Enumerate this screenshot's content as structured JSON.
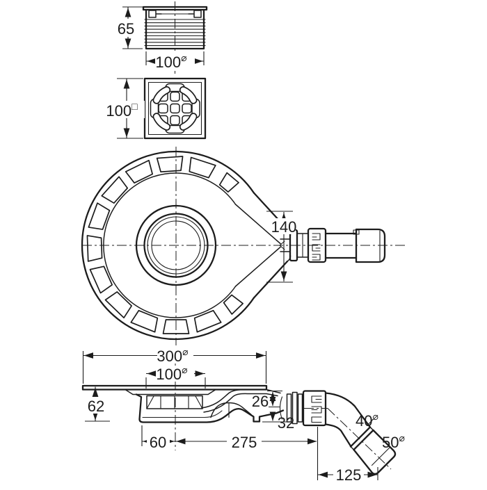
{
  "symbols": {
    "diameter": "⌀",
    "square": "□"
  },
  "views": {
    "extension_piece": {
      "height": "65",
      "diameter": "100"
    },
    "grate": {
      "size": "100"
    },
    "plan": {
      "outlet_width": "140"
    },
    "section": {
      "flange_diameter": "300",
      "grate_seat_diameter": "100",
      "installation_height": "62",
      "outlet_dim_upper": "26",
      "outlet_dim_lower": "32",
      "sump_offset": "60",
      "outlet_length": "275",
      "elbow_pipe_diameter": "40",
      "elbow_socket_diameter": "50",
      "elbow_projection": "125"
    }
  }
}
